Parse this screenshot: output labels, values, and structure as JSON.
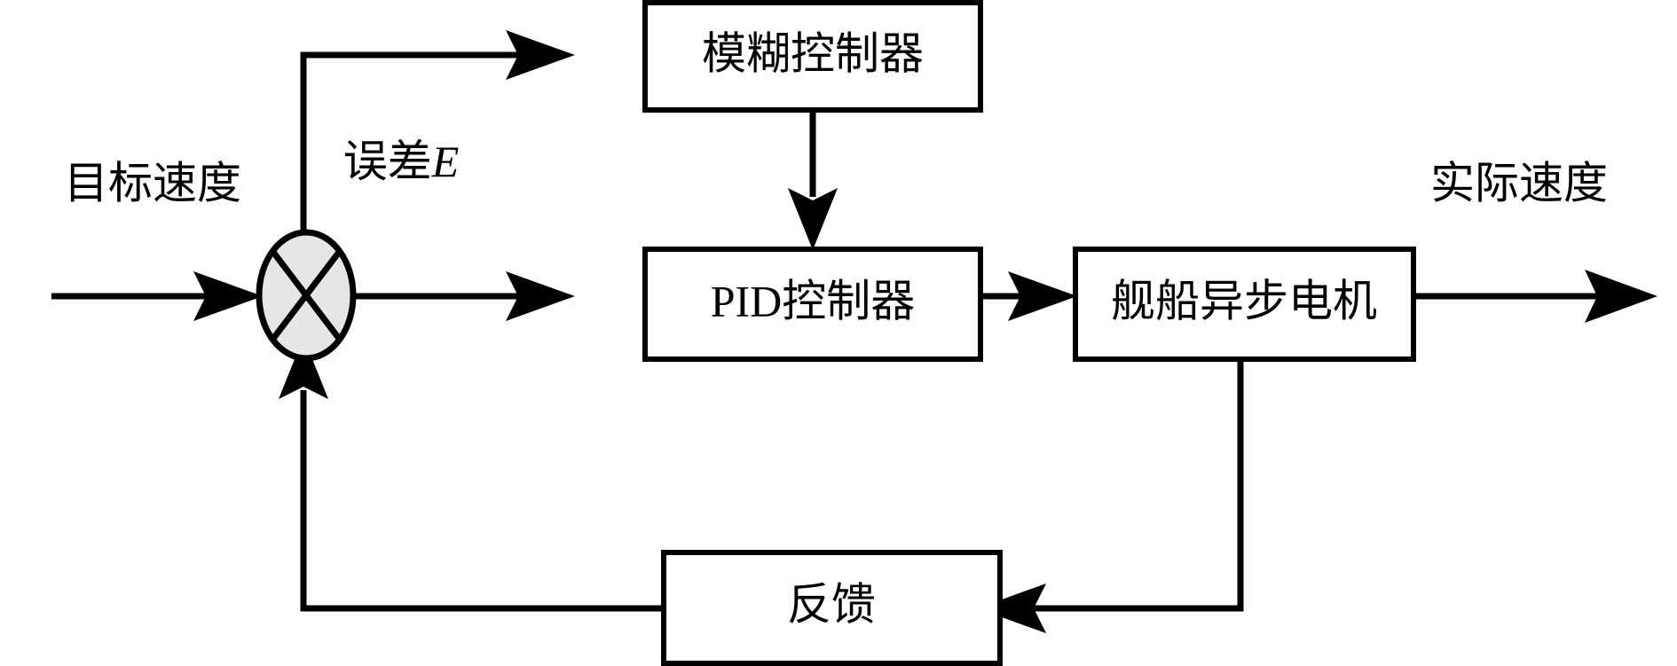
{
  "diagram": {
    "title": "Ship asynchronous motor fuzzy PID speed control block diagram",
    "colors": {
      "line": "#000000",
      "box_fill": "#ffffff",
      "sum_fill": "#e6e6e6",
      "background": "#ffffff"
    },
    "blocks": [
      {
        "id": "fuzzy-controller",
        "label": "模糊控制器"
      },
      {
        "id": "pid-controller",
        "label": "PID控制器"
      },
      {
        "id": "ship-motor",
        "label": "舰船异步电机"
      },
      {
        "id": "feedback",
        "label": "反馈"
      }
    ],
    "junction": {
      "id": "summing-junction",
      "shape": "ellipse-with-cross",
      "label": ""
    },
    "signals": [
      {
        "id": "target-speed",
        "label": "目标速度"
      },
      {
        "id": "error",
        "label_prefix": "误差",
        "label_symbol": "E",
        "label": "误差E"
      },
      {
        "id": "actual-speed",
        "label": "实际速度"
      }
    ]
  }
}
